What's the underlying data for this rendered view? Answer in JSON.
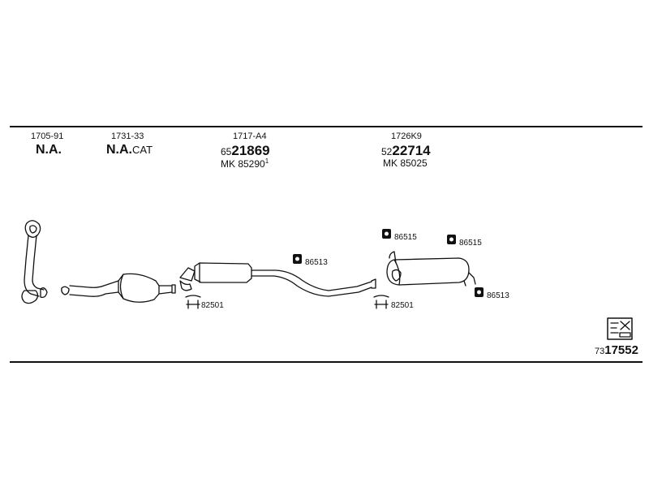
{
  "columns": [
    {
      "code": "1705-91",
      "na": "N.A.",
      "na_suffix": ""
    },
    {
      "code": "1731-33",
      "na": "N.A.",
      "na_suffix": "CAT"
    },
    {
      "code": "1717-A4",
      "part_prefix": "65",
      "part_main": "21869",
      "mk": "MK 85290",
      "mk_sup": "1"
    },
    {
      "code": "1726K9",
      "part_prefix": "52",
      "part_main": "22714",
      "mk": "MK 85025"
    }
  ],
  "callouts": {
    "c1": "86513",
    "c2": "82501",
    "c3": "86515",
    "c4": "86515",
    "c5": "82501",
    "c6": "86513"
  },
  "diagram_ref": {
    "prefix": "73",
    "main": "17552"
  }
}
